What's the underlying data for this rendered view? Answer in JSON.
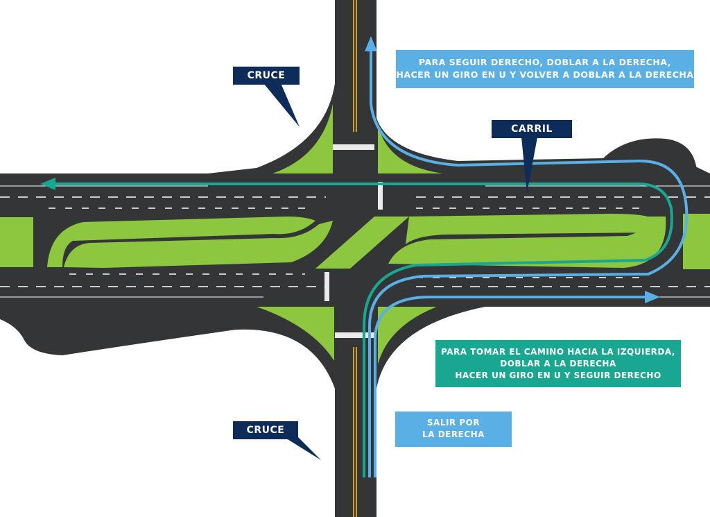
{
  "callouts": {
    "straight": {
      "line1": "PARA SEGUIR DERECHO, DOBLAR A LA DERECHA,",
      "line2": "HACER UN GIRO EN U Y VOLVER A DOBLAR A LA DERECHA"
    },
    "left_turn": {
      "line1": "PARA TOMAR EL CAMINO HACIA LA IZQUIERDA,",
      "line2": "DOBLAR A LA DERECHA",
      "line3": "HACER UN GIRO EN U Y SEGUIR DERECHO"
    },
    "exit_right": {
      "line1": "SALIR POR",
      "line2": "LA DERECHA"
    }
  },
  "labels": {
    "cruce_top": "CRUCE",
    "carril": "CARRIL",
    "cruce_bottom": "CRUCE"
  },
  "colors": {
    "asphalt": "#343536",
    "median_green": "#8dc63f",
    "route_light_blue": "#5aafe4",
    "route_teal": "#1aa792",
    "label_navy": "#0d2c5a",
    "center_line_yellow": "#c9a227",
    "lane_marking_white": "#ffffff"
  }
}
